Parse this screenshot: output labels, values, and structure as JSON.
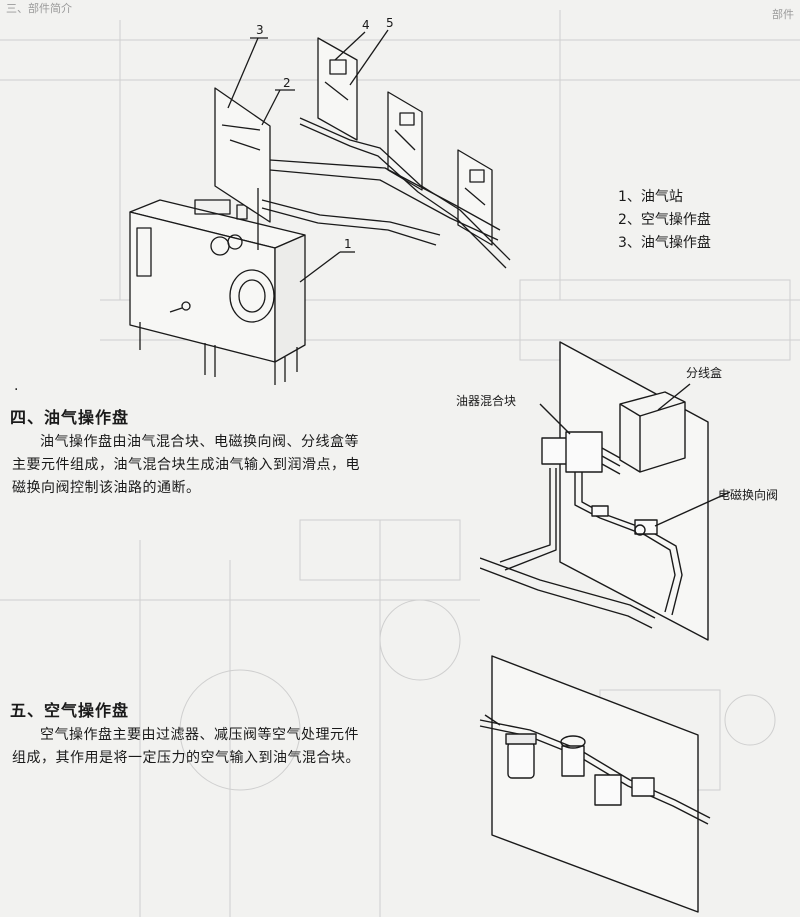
{
  "header": {
    "left": "三、部件简介",
    "right": "部件"
  },
  "legend": [
    "1、油气站",
    "2、空气操作盘",
    "3、油气操作盘"
  ],
  "fig1_labels": [
    "1",
    "2",
    "3",
    "4",
    "5"
  ],
  "bullet": "·",
  "section4": {
    "heading": "四、油气操作盘",
    "body": "油气操作盘由油气混合块、电磁换向阀、分线盒等主要元件组成，油气混合块生成油气输入到润滑点，电磁换向阀控制该油路的通断。"
  },
  "fig2_labels": {
    "mixer": "油器混合块",
    "junction": "分线盒",
    "valve": "电磁换向阀"
  },
  "section5": {
    "heading": "五、空气操作盘",
    "body": "空气操作盘主要由过滤器、减压阀等空气处理元件组成，其作用是将一定压力的空气输入到油气混合块。"
  },
  "colors": {
    "line": "#1a1a1a",
    "faint": "#c9c9c9"
  }
}
